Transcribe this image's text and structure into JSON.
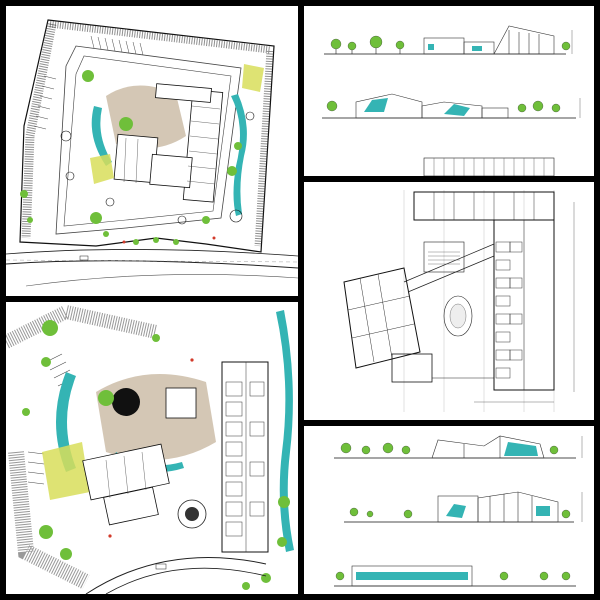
{
  "collage": {
    "background": "#000000",
    "line_color": "#1a1a1a",
    "accent_green": "#6fbf3a",
    "accent_cyan": "#34b4b4",
    "accent_tan": "#c9b9a2",
    "accent_yellow": "#d8de5a",
    "accent_red": "#d23a2a"
  },
  "panels": [
    {
      "id": "site-plan-overview",
      "kind": "site-plan"
    },
    {
      "id": "elevations-top",
      "kind": "elevations"
    },
    {
      "id": "floor-plan",
      "kind": "floor-plan"
    },
    {
      "id": "site-plan-detail",
      "kind": "site-plan-detail"
    },
    {
      "id": "elevations-bottom",
      "kind": "elevations"
    }
  ]
}
